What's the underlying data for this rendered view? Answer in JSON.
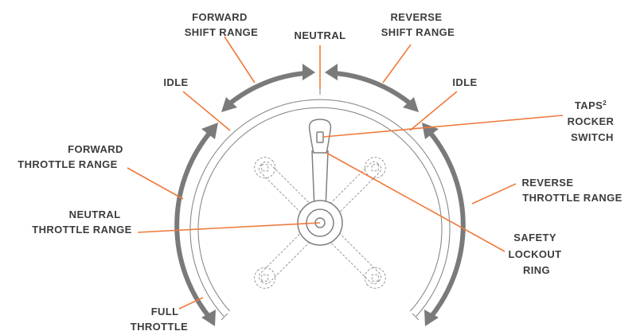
{
  "labels": {
    "forward_shift_range": [
      "FORWARD",
      "SHIFT RANGE"
    ],
    "neutral": "NEUTRAL",
    "reverse_shift_range": [
      "REVERSE",
      "SHIFT RANGE"
    ],
    "idle_left": "IDLE",
    "idle_right": "IDLE",
    "taps_rocker_switch": [
      "TAPS",
      "2",
      "ROCKER",
      "SWITCH"
    ],
    "forward_throttle_range": [
      "FORWARD",
      "THROTTLE RANGE"
    ],
    "reverse_throttle_range": [
      "REVERSE",
      "THROTTLE RANGE"
    ],
    "neutral_throttle_range": [
      "NEUTRAL",
      "THROTTLE RANGE"
    ],
    "safety_lockout_ring": [
      "SAFETY",
      "LOCKOUT",
      "RING"
    ],
    "full_throttle": [
      "FULL",
      "THROTTLE"
    ]
  },
  "colors": {
    "leader": "#ef7a3c",
    "arrow": "#7a7a7a",
    "text": "#3c3c3c"
  }
}
